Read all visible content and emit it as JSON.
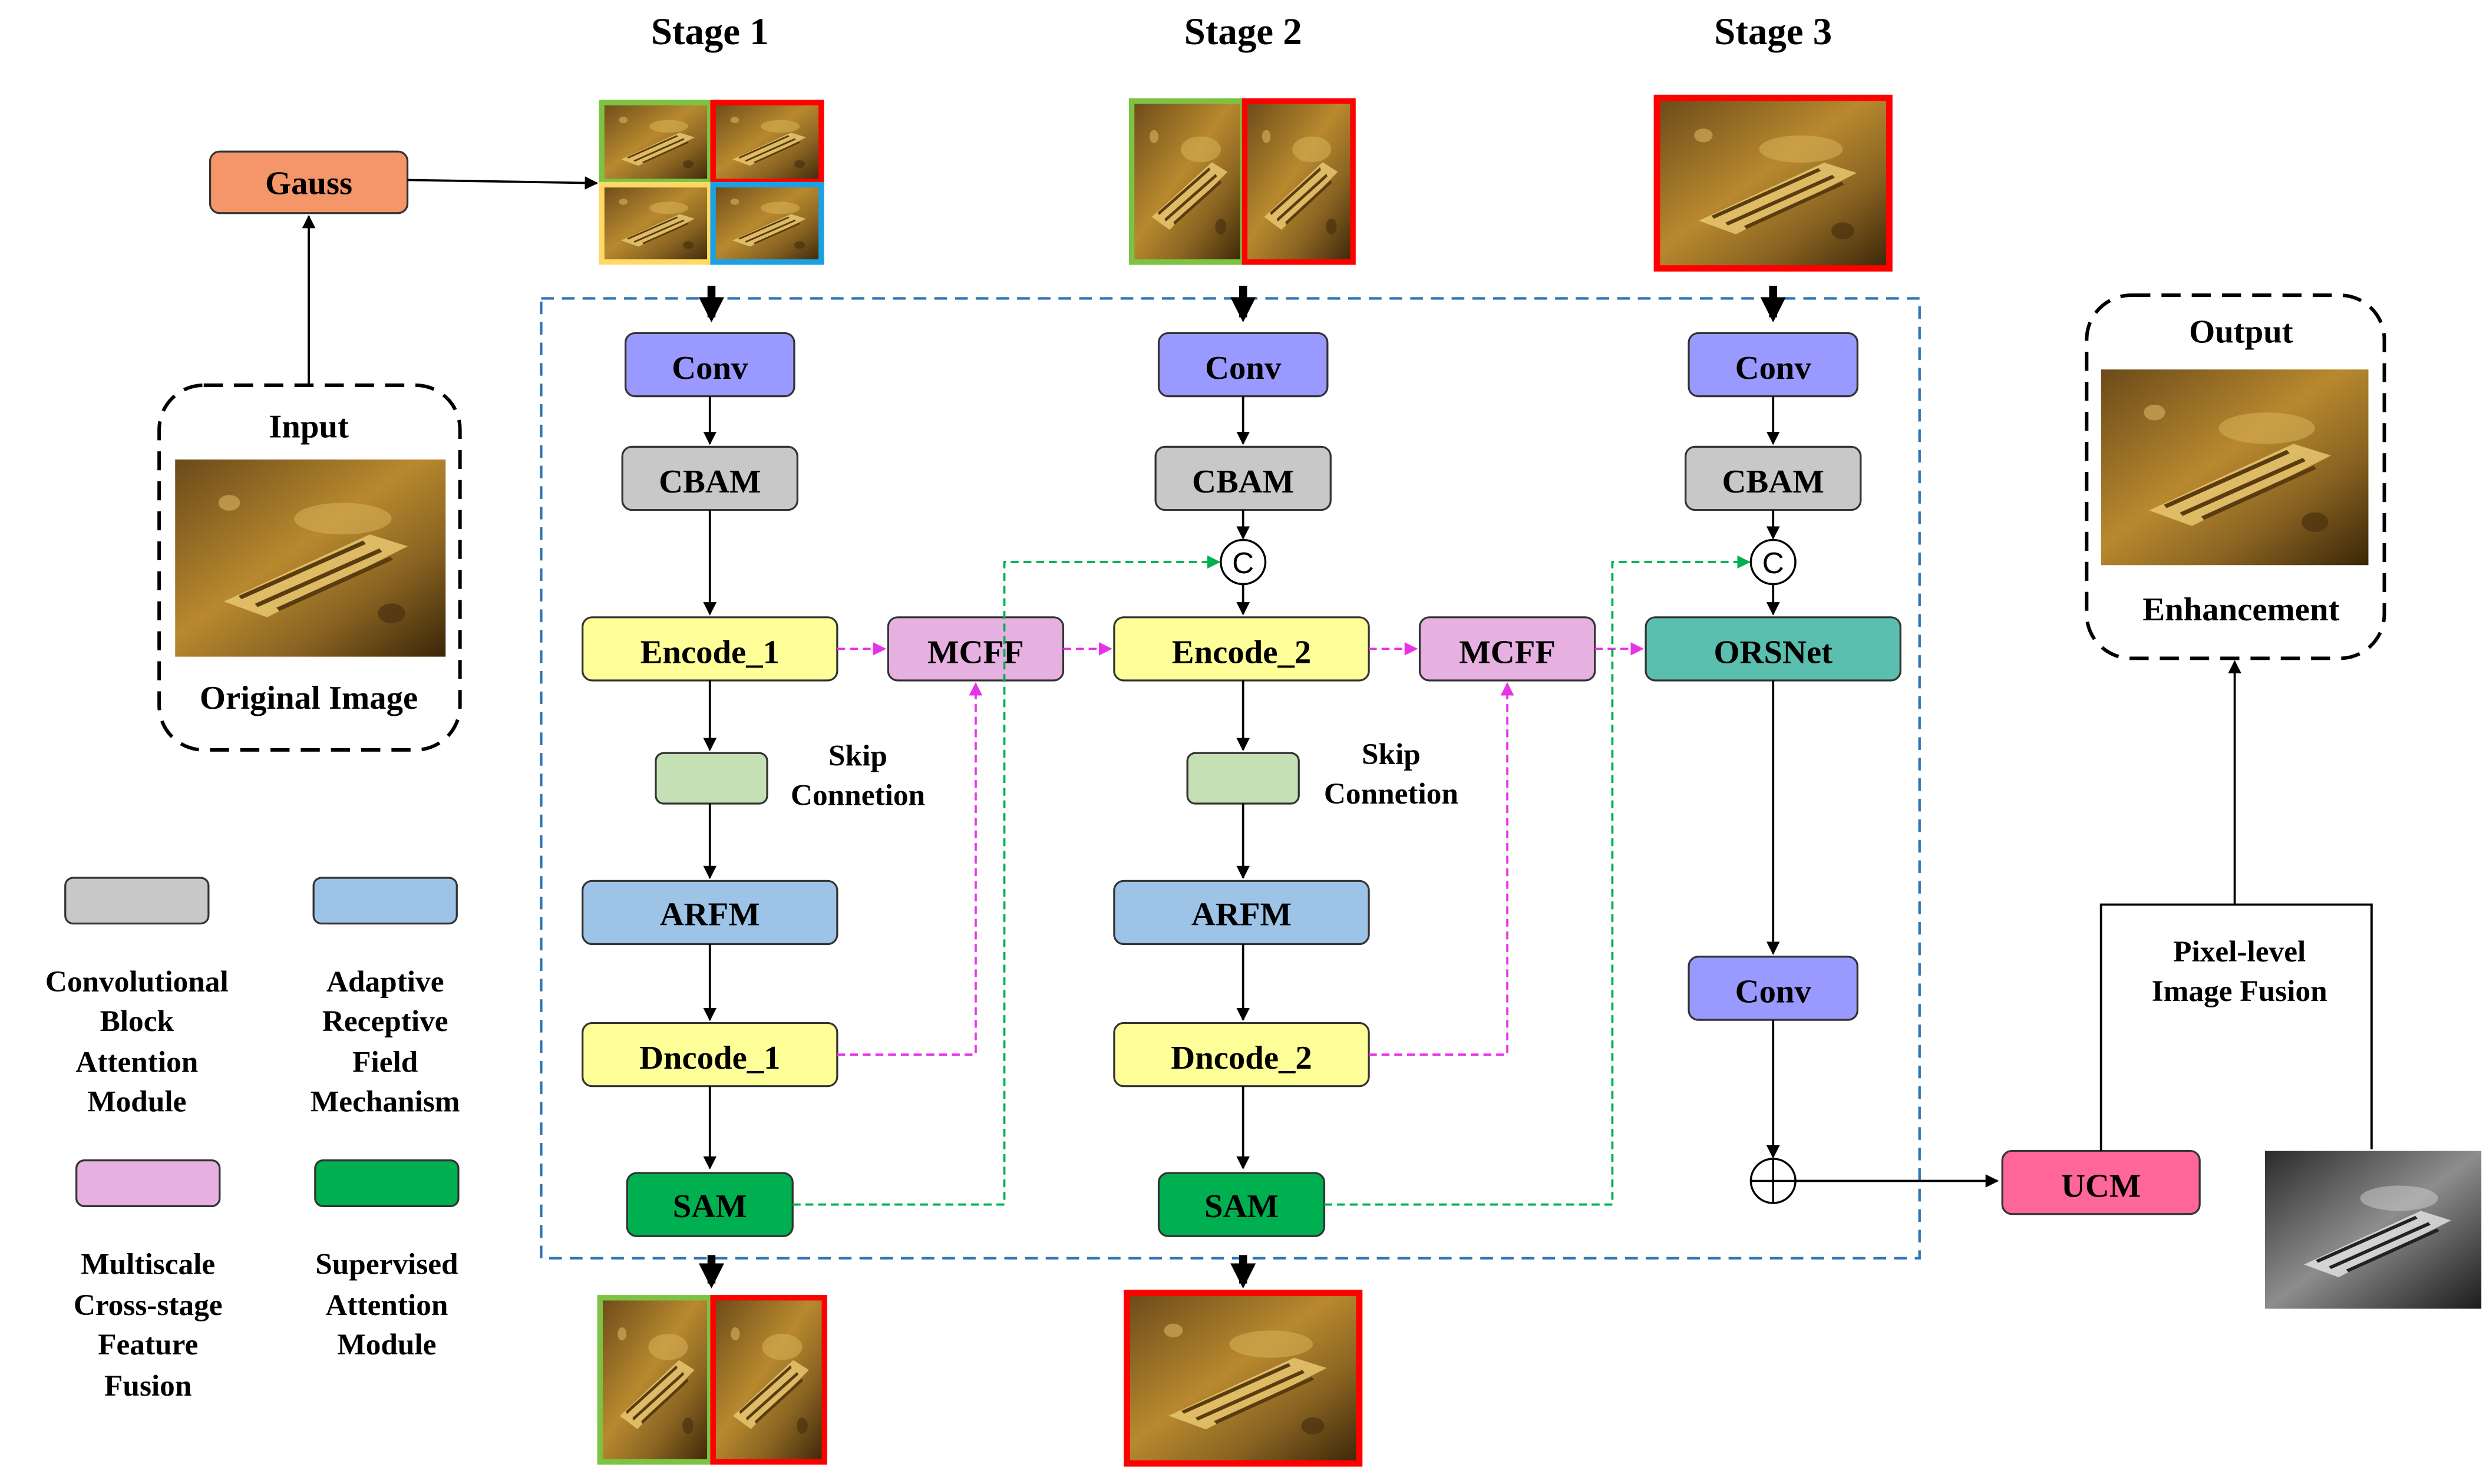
{
  "stages": {
    "stage1": "Stage 1",
    "stage2": "Stage 2",
    "stage3": "Stage 3"
  },
  "input": {
    "title": "Input",
    "caption": "Original Image"
  },
  "output": {
    "title": "Output",
    "caption": "Enhancement"
  },
  "blocks": {
    "gauss": "Gauss",
    "conv": "Conv",
    "cbam": "CBAM",
    "encode1": "Encode_1",
    "encode2": "Encode_2",
    "mcff": "MCFF",
    "orsnet": "ORSNet",
    "arfm": "ARFM",
    "dncode1": "Dncode_1",
    "dncode2": "Dncode_2",
    "sam": "SAM",
    "ucm": "UCM",
    "concat": "C"
  },
  "skip_connection": [
    "Skip",
    "Connetion"
  ],
  "pixel_fusion": [
    "Pixel-level",
    "Image Fusion"
  ],
  "legend": [
    {
      "color": "#c8c8c8",
      "lines": [
        "Convolutional",
        "Block",
        "Attention",
        "Module"
      ]
    },
    {
      "color": "#9dc3e6",
      "lines": [
        "Adaptive",
        "Receptive",
        "Field",
        "Mechanism"
      ]
    },
    {
      "color": "#e6b0e0",
      "lines": [
        "Multiscale",
        "Cross-stage",
        "Feature",
        "Fusion"
      ]
    },
    {
      "color": "#00b050",
      "lines": [
        "Supervised",
        "Attention",
        "Module"
      ]
    }
  ],
  "colors": {
    "gauss": "#f4956a",
    "conv": "#9999ff",
    "cbam": "#c8c8c8",
    "encode": "#ffff99",
    "mcff": "#e6b0e0",
    "arfm": "#9dc3e6",
    "skip": "#c5e0b4",
    "sam": "#00b050",
    "orsnet": "#5bbfb0",
    "ucm": "#ff6699",
    "tile_green": "#7dc242",
    "tile_red": "#ff0000",
    "tile_yellow": "#ffd966",
    "tile_blue": "#1ba1e2",
    "dashed_frame": "#2e75b6",
    "magenta_arrow": "#e633e6",
    "green_arrow": "#00b050"
  }
}
